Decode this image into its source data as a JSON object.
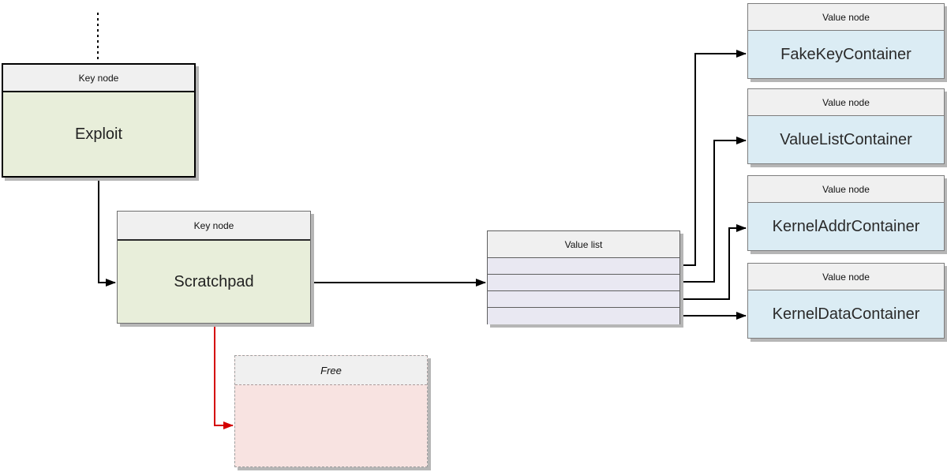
{
  "nodes": {
    "exploit": {
      "type_label": "Key node",
      "name": "Exploit"
    },
    "scratchpad": {
      "type_label": "Key node",
      "name": "Scratchpad"
    },
    "value_list": {
      "type_label": "Value list",
      "row_count": 4
    },
    "fake_key_container": {
      "type_label": "Value node",
      "name": "FakeKeyContainer"
    },
    "value_list_container": {
      "type_label": "Value node",
      "name": "ValueListContainer"
    },
    "kernel_addr_container": {
      "type_label": "Value node",
      "name": "KernelAddrContainer"
    },
    "kernel_data_container": {
      "type_label": "Value node",
      "name": "KernelDataContainer"
    },
    "free": {
      "type_label": "Free"
    }
  },
  "edges": [
    {
      "from": "offscreen-top",
      "to": "exploit",
      "style": "dotted-black"
    },
    {
      "from": "exploit",
      "to": "scratchpad",
      "style": "solid-black-arrow"
    },
    {
      "from": "scratchpad",
      "to": "value_list",
      "style": "solid-black-arrow"
    },
    {
      "from": "value_list.row_1",
      "to": "fake_key_container",
      "style": "solid-black-arrow"
    },
    {
      "from": "value_list.row_2",
      "to": "value_list_container",
      "style": "solid-black-arrow"
    },
    {
      "from": "value_list.row_3",
      "to": "kernel_addr_container",
      "style": "solid-black-arrow"
    },
    {
      "from": "value_list.row_4",
      "to": "kernel_data_container",
      "style": "solid-black-arrow"
    },
    {
      "from": "scratchpad",
      "to": "free",
      "style": "solid-red-arrow"
    }
  ],
  "colors": {
    "key_node_fill": "#e8eeda",
    "value_node_fill": "#dbecf4",
    "value_list_fill": "#e9e8f2",
    "free_fill": "#f8e3e1",
    "header_fill": "#f0f0f0",
    "arrow_black": "#000000",
    "arrow_red": "#d40000",
    "shadow": "#b6b6b6"
  }
}
